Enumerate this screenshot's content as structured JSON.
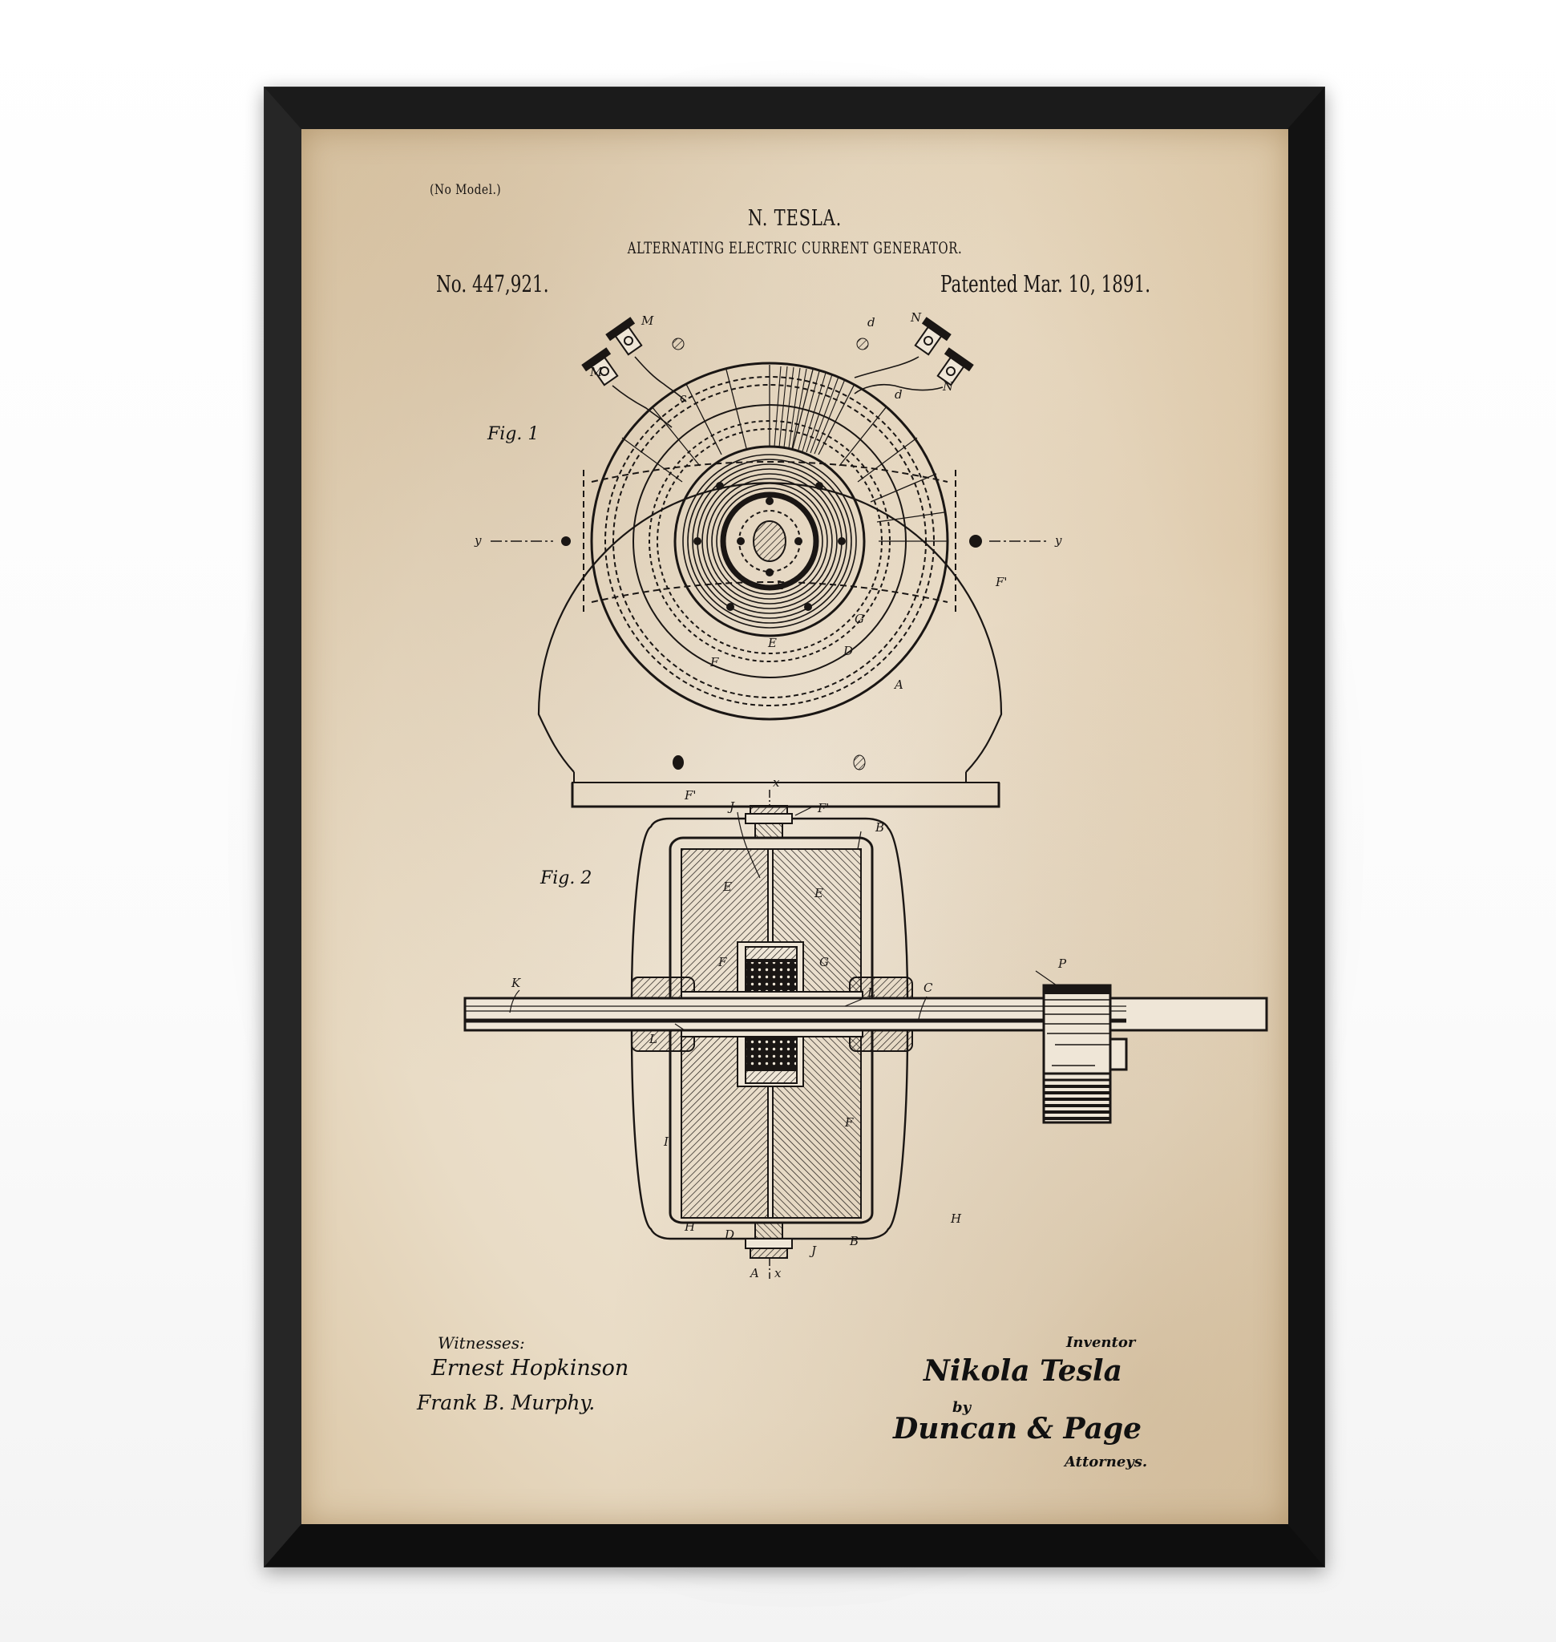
{
  "patent": {
    "no_model": "(No Model.)",
    "inventor_header": "N. TESLA.",
    "title": "ALTERNATING ELECTRIC CURRENT GENERATOR.",
    "patent_number": "No. 447,921.",
    "patent_date": "Patented Mar. 10, 1891."
  },
  "figures": {
    "fig1": {
      "label": "Fig. 1",
      "labels": [
        "M",
        "M",
        "c",
        "d",
        "d",
        "N",
        "N",
        "y",
        "y",
        "F'",
        "F'",
        "L",
        "G",
        "E",
        "F",
        "D",
        "A"
      ]
    },
    "fig2": {
      "label": "Fig. 2",
      "labels": [
        "x",
        "J",
        "F'",
        "B",
        "E",
        "E",
        "F",
        "G",
        "L",
        "C",
        "P",
        "K",
        "L",
        "I",
        "F",
        "H",
        "H",
        "D",
        "B",
        "J",
        "A",
        "x"
      ]
    }
  },
  "signatures": {
    "witnesses_label": "Witnesses:",
    "witness_1": "Ernest Hopkinson",
    "witness_2": "Frank B. Murphy.",
    "inventor_label": "Inventor",
    "inventor_signature": "Nikola Tesla",
    "by": "by",
    "attorneys_signature": "Duncan & Page",
    "attorneys_label": "Attorneys."
  },
  "colors": {
    "frame": "#161616",
    "paper": "#ebdfca",
    "ink": "#1a1614",
    "wall": "#ffffff"
  }
}
